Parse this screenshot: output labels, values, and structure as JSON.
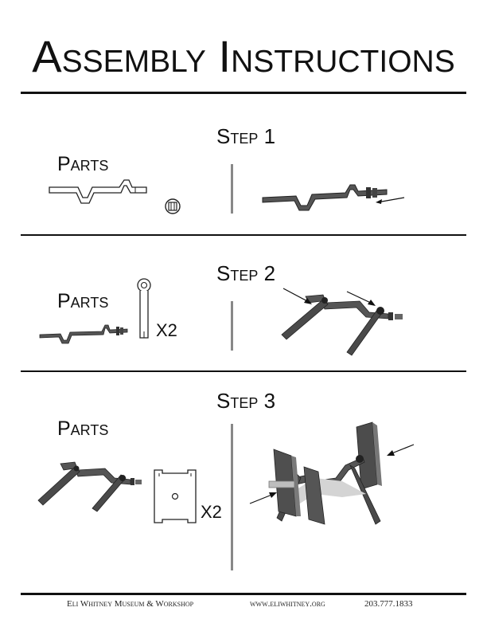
{
  "title": "Assembly Instructions",
  "steps": [
    {
      "heading": "Step 1",
      "parts_label": "Parts"
    },
    {
      "heading": "Step 2",
      "parts_label": "Parts",
      "quantity": "X2"
    },
    {
      "heading": "Step 3",
      "parts_label": "Parts",
      "quantity": "X2"
    }
  ],
  "footer": {
    "organization": "Eli Whitney Museum & Workshop",
    "website": "www.eliwhitney.org",
    "phone": "203.777.1833"
  }
}
